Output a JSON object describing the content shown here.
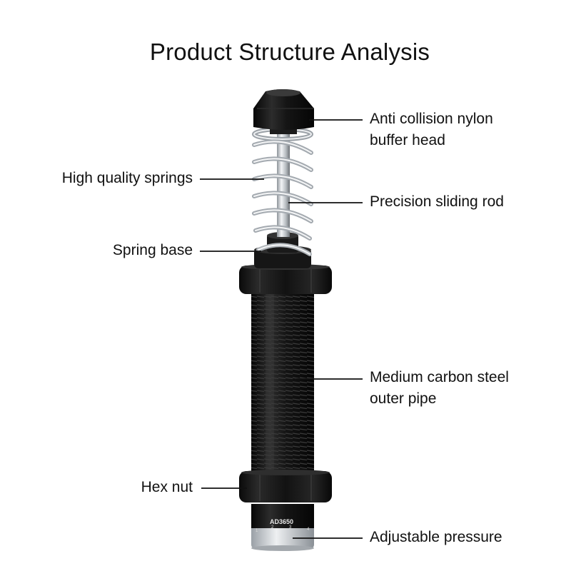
{
  "title": "Product Structure Analysis",
  "labels": {
    "buffer_head_line1": "Anti collision nylon",
    "buffer_head_line2": "buffer head",
    "springs": "High quality springs",
    "sliding_rod": "Precision sliding rod",
    "spring_base": "Spring base",
    "outer_pipe_line1": "Medium carbon steel",
    "outer_pipe_line2": "outer pipe",
    "hex_nut": "Hex nut",
    "adjustable_pressure": "Adjustable pressure"
  },
  "product_marking": {
    "model": "AD3650",
    "scale_digits": [
      "1",
      "2",
      "3",
      "4"
    ]
  },
  "colors": {
    "body": "#141414",
    "steel": "#c9cdd2",
    "leader": "#111111"
  }
}
